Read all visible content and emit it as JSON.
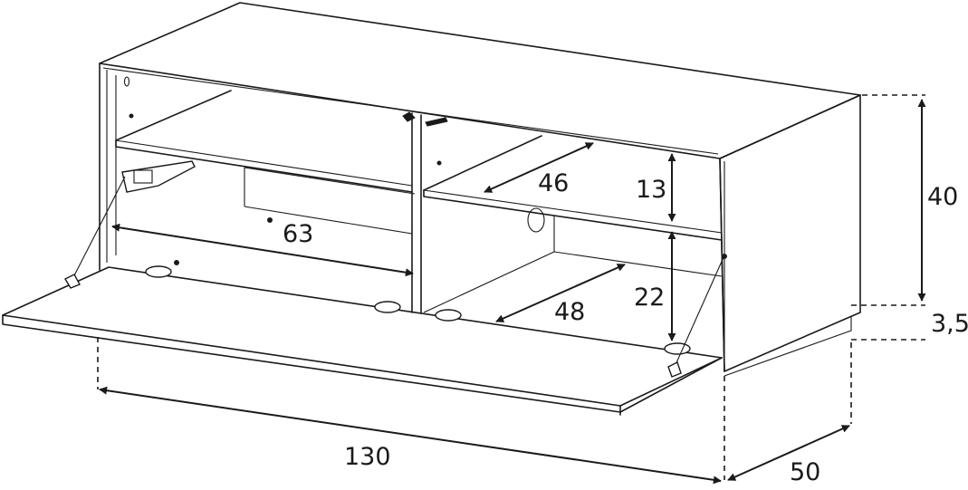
{
  "dimensions": {
    "width": "130",
    "depth": "50",
    "height": "40",
    "feet_height": "3,5",
    "inner_width_left": "63",
    "shelf_depth": "46",
    "shelf_spacing": "13",
    "lower_depth": "48",
    "lower_height": "22"
  }
}
